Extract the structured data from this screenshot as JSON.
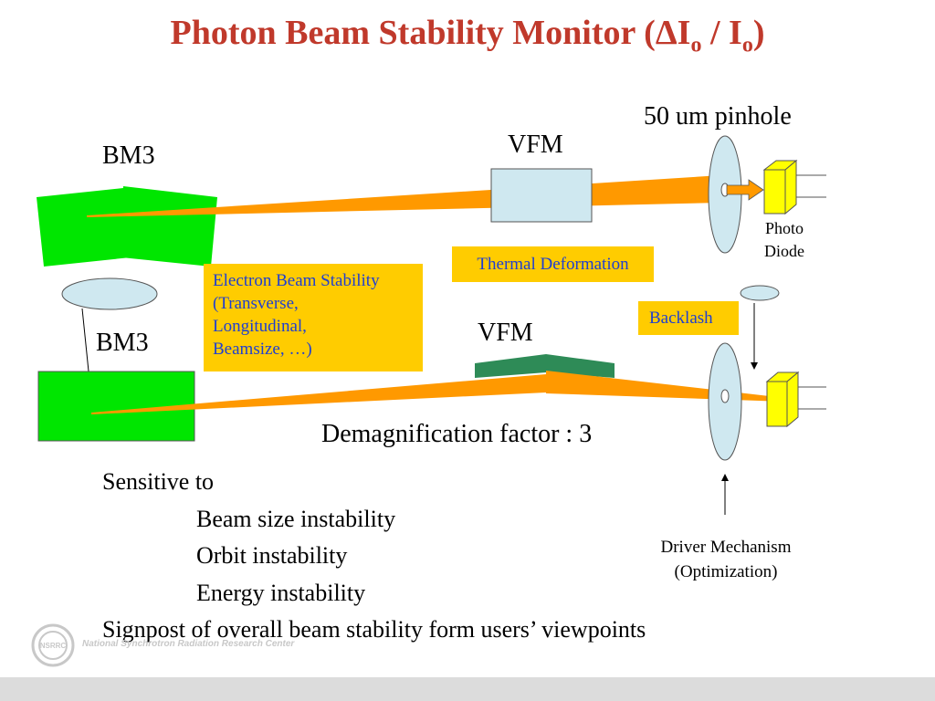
{
  "title": {
    "main": "Photon Beam Stability Monitor (",
    "delta": "Δ",
    "i1": "I",
    "sub1": "o",
    "slash": " / I",
    "sub2": "o",
    "close": ")"
  },
  "labels": {
    "pinhole": "50 um pinhole",
    "vfm_top": "VFM",
    "vfm_bottom": "VFM",
    "bm3_top": "BM3",
    "bm3_bottom": "BM3",
    "photo_diode_line1": "Photo",
    "photo_diode_line2": "Diode",
    "demag": "Demagnification factor : 3",
    "driver_line1": "Driver Mechanism",
    "driver_line2": "(Optimization)"
  },
  "boxes": {
    "electron_beam": [
      "Electron Beam Stability",
      "(Transverse,",
      "Longitudinal,",
      "Beamsize, …)"
    ],
    "thermal": "Thermal Deformation",
    "backlash": "Backlash"
  },
  "bullets": {
    "heading": "Sensitive to",
    "items": [
      "Beam size instability",
      "Orbit instability",
      "Energy instability"
    ],
    "signpost": "Signpost of overall beam stability form users’ viewpoints"
  },
  "footer": {
    "logo_text": "NSRRC",
    "org": "National Synchrotron Radiation Research Center"
  },
  "colors": {
    "title": "#c0392b",
    "box_text": "#1f3fd1",
    "box_fill": "#ffcc00",
    "magnet": "#00e600",
    "beam": "#ff9900",
    "mirror": "#cfe8f0",
    "mirror_bent": "#2e8b57",
    "diode": "#ffff00"
  }
}
